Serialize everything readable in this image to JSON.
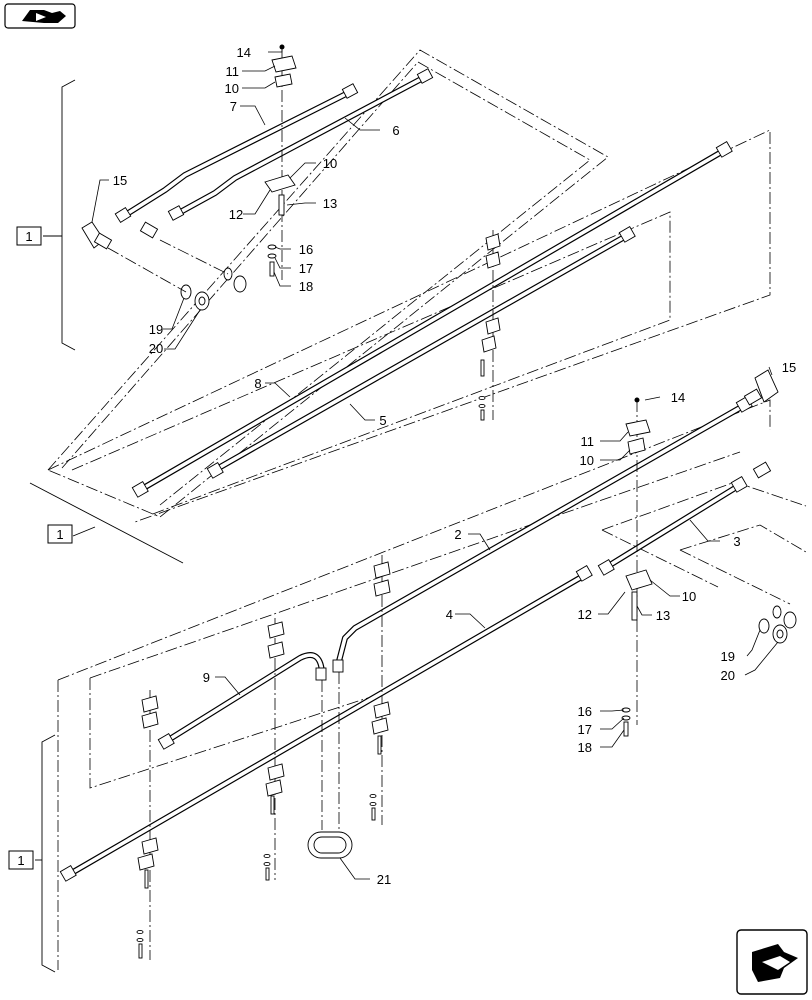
{
  "labels": {
    "n1": "1",
    "n2": "2",
    "n3": "3",
    "n4": "4",
    "n5": "5",
    "n6": "6",
    "n7": "7",
    "n8": "8",
    "n9": "9",
    "n10": "10",
    "n11": "11",
    "n12": "12",
    "n13": "13",
    "n14": "14",
    "n15": "15",
    "n16": "16",
    "n17": "17",
    "n18": "18",
    "n19": "19",
    "n20": "20",
    "n21": "21"
  },
  "icons": {
    "top_left": "view-direction-icon",
    "bottom_right": "next-page-arrow-icon"
  }
}
